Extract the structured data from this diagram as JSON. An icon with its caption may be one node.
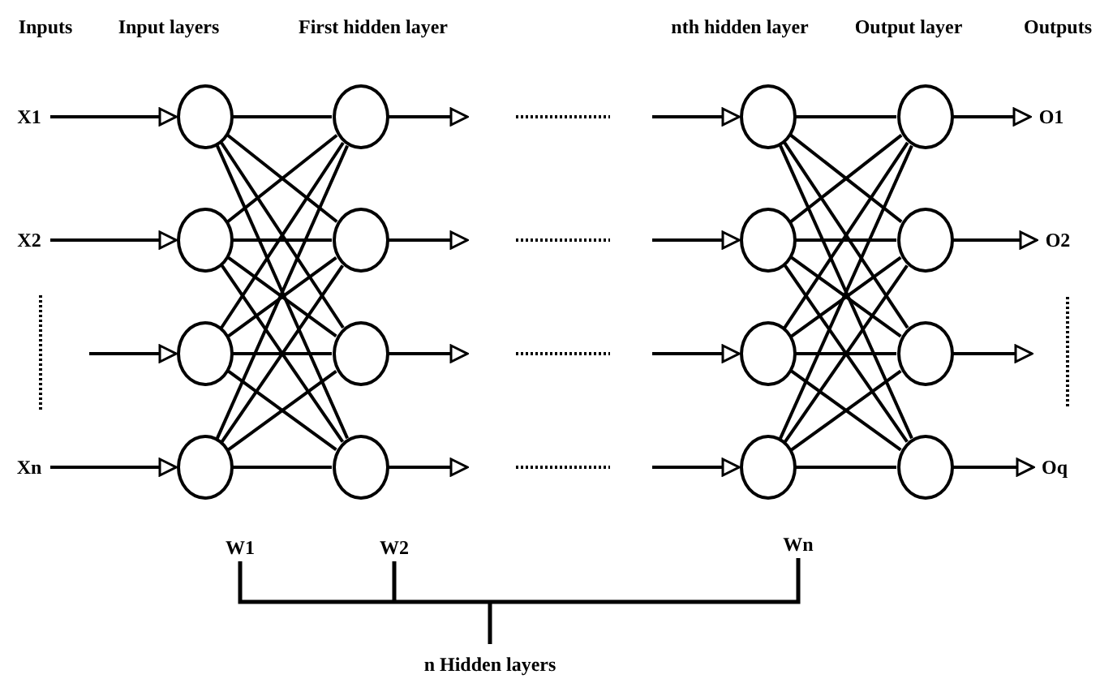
{
  "diagram": {
    "nodes": [
      {
        "text": [
          "X1"
        ]
      },
      {
        "text": [
          "X2"
        ]
      },
      {
        "text": [
          "Xn"
        ]
      },
      {
        "text": [],
        "shape": "circle"
      },
      {
        "text": [],
        "shape": "circle"
      },
      {
        "text": [],
        "shape": "circle"
      },
      {
        "text": [],
        "shape": "circle"
      },
      {
        "text": [],
        "shape": "circle"
      },
      {
        "text": [],
        "shape": "circle"
      },
      {
        "text": [],
        "shape": "circle"
      },
      {
        "text": [],
        "shape": "circle"
      },
      {
        "text": [],
        "shape": "circle"
      },
      {
        "text": [],
        "shape": "circle"
      },
      {
        "text": [],
        "shape": "circle"
      },
      {
        "text": [],
        "shape": "circle"
      },
      {
        "text": [],
        "shape": "circle"
      },
      {
        "text": [],
        "shape": "circle"
      },
      {
        "text": [],
        "shape": "circle"
      },
      {
        "text": [],
        "shape": "circle"
      },
      {
        "text": [
          "O1"
        ]
      },
      {
        "text": [
          "O2"
        ]
      },
      {
        "text": [
          "Oq"
        ]
      }
    ],
    "edges": [
      {
        "from": 0,
        "to": 3,
        "arrow": "to"
      },
      {
        "from": 1,
        "to": 4,
        "arrow": "to"
      },
      {
        "from": null,
        "to": 5,
        "arrow": "to"
      },
      {
        "from": 2,
        "to": 6,
        "arrow": "to"
      },
      {
        "from": 3,
        "to": 7,
        "arrow": "none"
      },
      {
        "from": 3,
        "to": 8,
        "arrow": "none"
      },
      {
        "from": 3,
        "to": 9,
        "arrow": "none"
      },
      {
        "from": 3,
        "to": 10,
        "arrow": "none"
      },
      {
        "from": 4,
        "to": 7,
        "arrow": "none"
      },
      {
        "from": 4,
        "to": 8,
        "arrow": "none"
      },
      {
        "from": 4,
        "to": 9,
        "arrow": "none"
      },
      {
        "from": 4,
        "to": 10,
        "arrow": "none"
      },
      {
        "from": 5,
        "to": 7,
        "arrow": "none"
      },
      {
        "from": 5,
        "to": 8,
        "arrow": "none"
      },
      {
        "from": 5,
        "to": 9,
        "arrow": "none"
      },
      {
        "from": 5,
        "to": 10,
        "arrow": "none"
      },
      {
        "from": 6,
        "to": 7,
        "arrow": "none"
      },
      {
        "from": 6,
        "to": 8,
        "arrow": "none"
      },
      {
        "from": 6,
        "to": 9,
        "arrow": "none"
      },
      {
        "from": 6,
        "to": 10,
        "arrow": "none"
      },
      {
        "from": 7,
        "to": null,
        "arrow": "to"
      },
      {
        "from": 8,
        "to": null,
        "arrow": "to"
      },
      {
        "from": 9,
        "to": null,
        "arrow": "to"
      },
      {
        "from": 10,
        "to": null,
        "arrow": "to"
      },
      {
        "from": null,
        "to": 11,
        "arrow": "to"
      },
      {
        "from": null,
        "to": 12,
        "arrow": "to"
      },
      {
        "from": null,
        "to": 13,
        "arrow": "to"
      },
      {
        "from": null,
        "to": 14,
        "arrow": "to"
      },
      {
        "from": 11,
        "to": 15,
        "arrow": "none"
      },
      {
        "from": 11,
        "to": 16,
        "arrow": "none"
      },
      {
        "from": 11,
        "to": 17,
        "arrow": "none"
      },
      {
        "from": 11,
        "to": 18,
        "arrow": "none"
      },
      {
        "from": 12,
        "to": 15,
        "arrow": "none"
      },
      {
        "from": 12,
        "to": 16,
        "arrow": "none"
      },
      {
        "from": 12,
        "to": 17,
        "arrow": "none"
      },
      {
        "from": 12,
        "to": 18,
        "arrow": "none"
      },
      {
        "from": 13,
        "to": 15,
        "arrow": "none"
      },
      {
        "from": 13,
        "to": 16,
        "arrow": "none"
      },
      {
        "from": 13,
        "to": 17,
        "arrow": "none"
      },
      {
        "from": 13,
        "to": 18,
        "arrow": "none"
      },
      {
        "from": 14,
        "to": 15,
        "arrow": "none"
      },
      {
        "from": 14,
        "to": 16,
        "arrow": "none"
      },
      {
        "from": 14,
        "to": 17,
        "arrow": "none"
      },
      {
        "from": 14,
        "to": 18,
        "arrow": "none"
      },
      {
        "from": 15,
        "to": 19,
        "arrow": "to"
      },
      {
        "from": 16,
        "to": 20,
        "arrow": "to"
      },
      {
        "from": 17,
        "to": null,
        "arrow": "to"
      },
      {
        "from": 18,
        "to": 21,
        "arrow": "to"
      }
    ],
    "labels": [
      "Inputs",
      "Input layers",
      "First hidden layer",
      "nth hidden layer",
      "Output layer",
      "Outputs",
      "W1",
      "W2",
      "Wn",
      "n Hidden layers"
    ]
  }
}
